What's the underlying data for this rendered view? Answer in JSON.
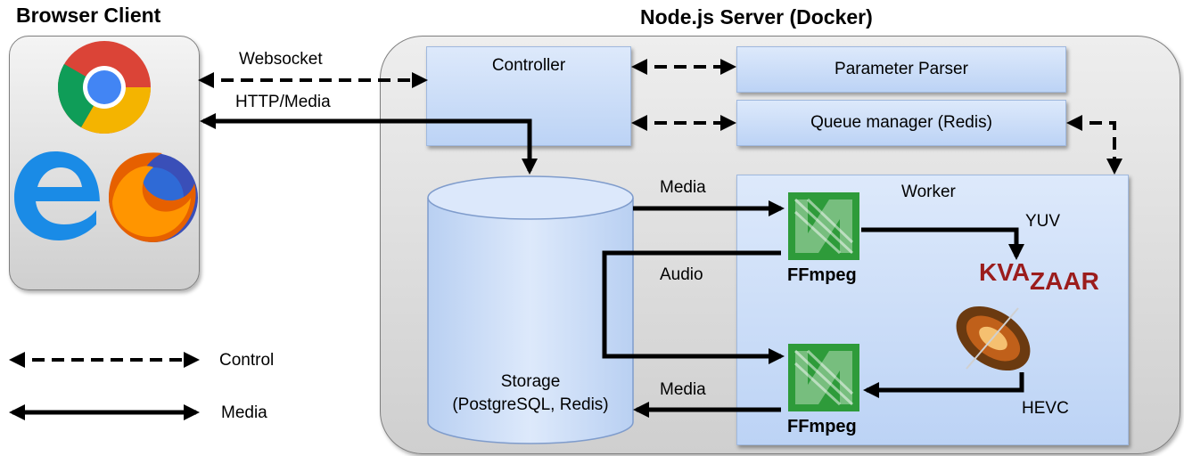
{
  "titles": {
    "browser_client": "Browser Client",
    "server": "Node.js Server (Docker)"
  },
  "connections": {
    "websocket": "Websocket",
    "http_media": "HTTP/Media",
    "media_in": "Media",
    "audio": "Audio",
    "media_out": "Media"
  },
  "components": {
    "controller": "Controller",
    "parameter_parser": "Parameter Parser",
    "queue_manager": "Queue manager (Redis)",
    "worker": "Worker",
    "storage_line1": "Storage",
    "storage_line2": "(PostgreSQL, Redis)"
  },
  "worker_parts": {
    "ffmpeg_top": "FFmpeg",
    "ffmpeg_bottom": "FFmpeg",
    "yuv": "YUV",
    "hevc": "HEVC",
    "kvazaar_a": "KVA",
    "kvazaar_b": "ZAAR"
  },
  "legend": {
    "control": "Control",
    "media": "Media"
  },
  "colors": {
    "box_fill_top": "#dde9fb",
    "box_fill_bottom": "#bcd3f5",
    "container_gray": "#d9d9d9",
    "ffmpeg_green": "#2e9b3a",
    "kvazaar_red": "#9b1c1c"
  },
  "icons": [
    "chrome-icon",
    "edge-icon",
    "firefox-icon",
    "ffmpeg-icon",
    "kvazaar-logo",
    "hevc-icon"
  ]
}
